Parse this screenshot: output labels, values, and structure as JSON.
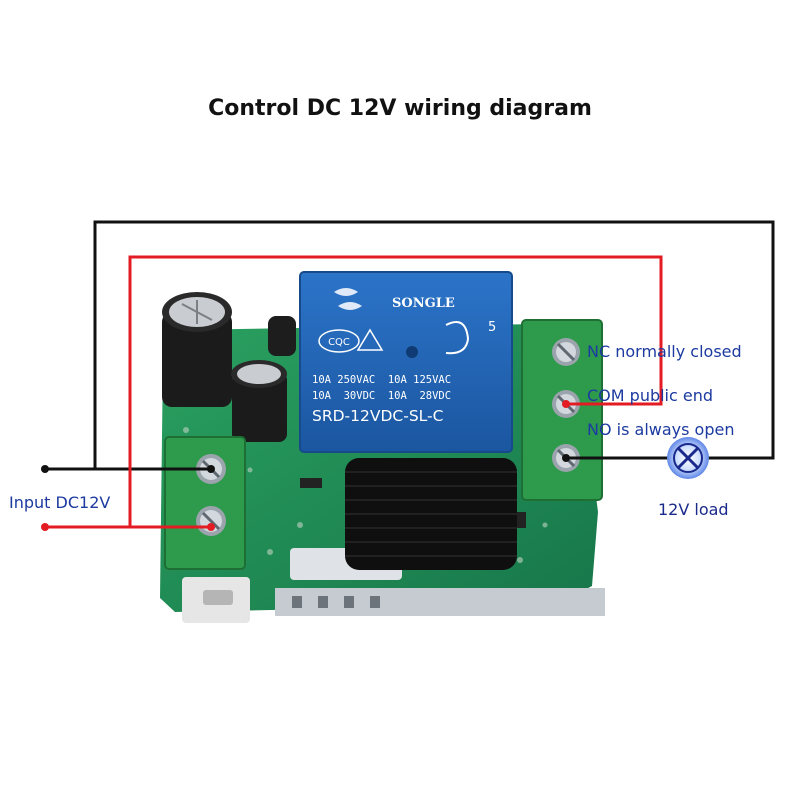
{
  "title": "Control DC 12V wiring diagram",
  "relay": {
    "brand": "SONGLE",
    "cert_mark": "CQC",
    "spec_line_1": "10A 250VAC  10A 125VAC",
    "spec_line_2": "10A  30VDC  10A  28VDC",
    "model": "SRD-12VDC-SL-C",
    "pin_count": "5"
  },
  "labels": {
    "nc": "NC normally closed",
    "com": "COM public end",
    "no": "NO is always open",
    "load": "12V load",
    "input": "Input DC12V",
    "minus": "-",
    "plus": "+"
  },
  "colors": {
    "wire_black": "#111111",
    "wire_red": "#e31b23",
    "relay_blue": "#1f63b5",
    "pcb_green": "#1f8a52",
    "terminal_green": "#2e9a4c",
    "label_blue": "#1c3aa0",
    "label_dark_blue": "#1a2a8c"
  }
}
